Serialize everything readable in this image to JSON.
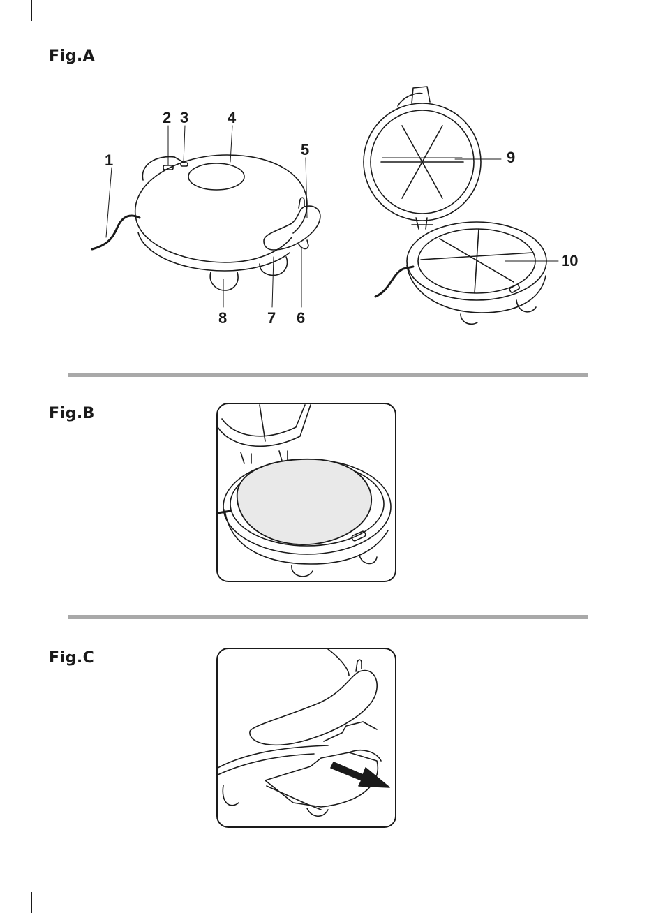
{
  "figures": {
    "a": {
      "label": "Fig.A"
    },
    "b": {
      "label": "Fig.B"
    },
    "c": {
      "label": "Fig.C"
    }
  },
  "callouts": [
    "1",
    "2",
    "3",
    "4",
    "5",
    "6",
    "7",
    "8",
    "9",
    "10"
  ],
  "colors": {
    "ink": "#1a1a1a",
    "divider": "#a9a9a9",
    "tortilla": "#e9e9e9"
  }
}
